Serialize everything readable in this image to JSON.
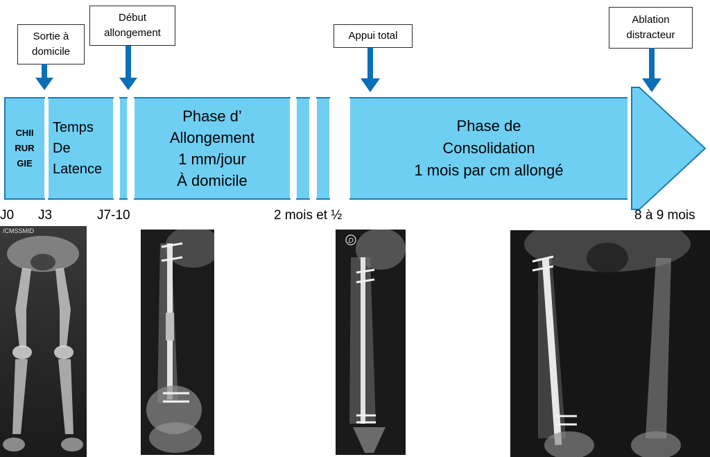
{
  "callouts": {
    "sortie": [
      "Sortie à",
      "domicile"
    ],
    "debut": [
      "Début",
      "allongement"
    ],
    "appui": [
      "Appui total"
    ],
    "ablation": [
      "Ablation",
      "distracteur"
    ]
  },
  "phases": {
    "chirurgie": [
      "CHII",
      "RUR",
      "GIE"
    ],
    "latence": [
      "Temps",
      "De",
      "Latence"
    ],
    "allongement": [
      "Phase d’",
      "Allongement",
      "1 mm/jour",
      "À domicile"
    ],
    "consolidation": [
      "Phase de",
      "Consolidation",
      "1 mois par cm allongé"
    ]
  },
  "ticks": {
    "j0": "J0",
    "j3": "J3",
    "j7": "J7-10",
    "two_half": "2 mois et ½",
    "eight_nine": "8 à 9 mois"
  },
  "xray_labels": {
    "first": "/CMSSMID",
    "third_marker": "D"
  },
  "colors": {
    "bar_fill": "#6fcff3",
    "bar_stroke": "#1f7ab3",
    "arrow": "#0b6fb8"
  }
}
